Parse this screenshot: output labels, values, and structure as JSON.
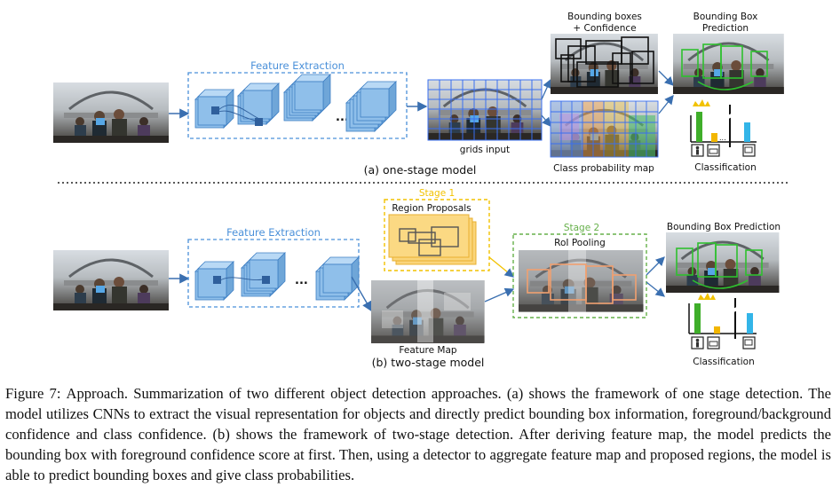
{
  "panel_a": {
    "feature_extraction_label": "Feature Extraction",
    "grids_input_label": "grids input",
    "bbox_conf_label_line1": "Bounding boxes",
    "bbox_conf_label_line2": "+ Confidence",
    "bbox_pred_label_line1": "Bounding Box",
    "bbox_pred_label_line2": "Prediction",
    "class_prob_label": "Class probability map",
    "classification_label": "Classification",
    "model_label": "(a) one-stage model",
    "ellipsis": "...",
    "axis_dots": "..."
  },
  "panel_b": {
    "feature_extraction_label": "Feature Extraction",
    "stage1_label": "Stage 1",
    "region_proposals_label": "Region Proposals",
    "stage2_label": "Stage 2",
    "roi_pooling_label": "RoI Pooling",
    "feature_map_label": "Feature Map",
    "bbox_pred_label": "Bounding Box Prediction",
    "classification_label": "Classification",
    "model_label": "(b) two-stage model",
    "ellipsis": "..."
  },
  "caption": {
    "label": "Figure 7:",
    "text": "Approach. Summarization of two different object detection approaches. (a) shows the framework of one stage detection. The model utilizes CNNs to extract the visual representation for objects and directly predict bounding box information, foreground/background confidence and class confidence. (b) shows the framework of two-stage detection. After deriving feature map, the model predicts the bounding box with foreground confidence score at first. Then, using a detector to aggregate feature map and proposed regions, the model is able to predict bounding boxes and give class probabilities."
  },
  "colors": {
    "blue_label": "#4a90d9",
    "yellow_label": "#f2c200",
    "green_label": "#66b04a",
    "arrow": "#3a6fb0",
    "block_fill": "#8fbfea",
    "block_stroke": "#3e7fc4",
    "bar_green": "#3fae2a",
    "bar_yellow": "#f2b600",
    "bar_cyan": "#33b5e8"
  }
}
